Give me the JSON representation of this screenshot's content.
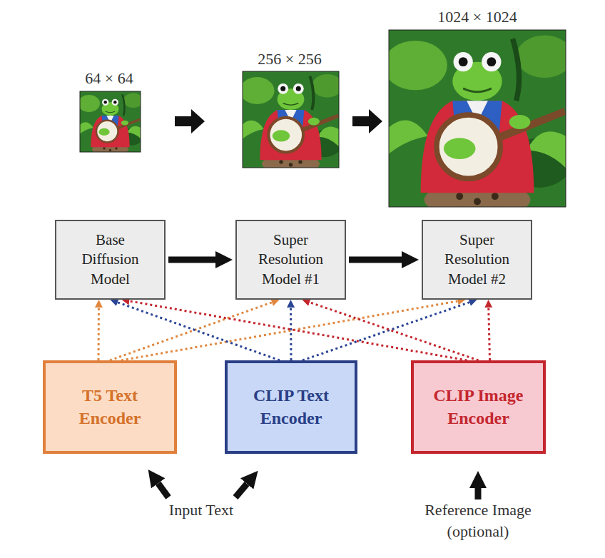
{
  "diagram": {
    "nodes": [
      {
        "text": [
          "Base Diffusion Model"
        ]
      },
      {
        "text": [
          "Super Resolution Model #1"
        ]
      },
      {
        "text": [
          "Super Resolution Model #2"
        ]
      },
      {
        "text": [
          "T5 Text Encoder"
        ]
      },
      {
        "text": [
          "CLIP Text Encoder"
        ]
      },
      {
        "text": [
          "CLIP Image Encoder"
        ]
      }
    ],
    "edges": [
      {
        "from": 0,
        "to": 1,
        "arrow": "to"
      },
      {
        "from": 1,
        "to": 2,
        "arrow": "to"
      },
      {
        "from": 3,
        "to": 0,
        "arrow": "to"
      },
      {
        "from": 3,
        "to": 1,
        "arrow": "to"
      },
      {
        "from": 3,
        "to": 2,
        "arrow": "to"
      },
      {
        "from": 4,
        "to": 0,
        "arrow": "to"
      },
      {
        "from": 4,
        "to": 1,
        "arrow": "to"
      },
      {
        "from": 4,
        "to": 2,
        "arrow": "to"
      },
      {
        "from": 5,
        "to": 0,
        "arrow": "to"
      },
      {
        "from": 5,
        "to": 1,
        "arrow": "to"
      },
      {
        "from": 5,
        "to": 2,
        "arrow": "to"
      }
    ],
    "labels": [
      "64 × 64",
      "256 × 256",
      "1024 × 1024",
      "Input Text",
      "Reference Image (optional)"
    ]
  }
}
